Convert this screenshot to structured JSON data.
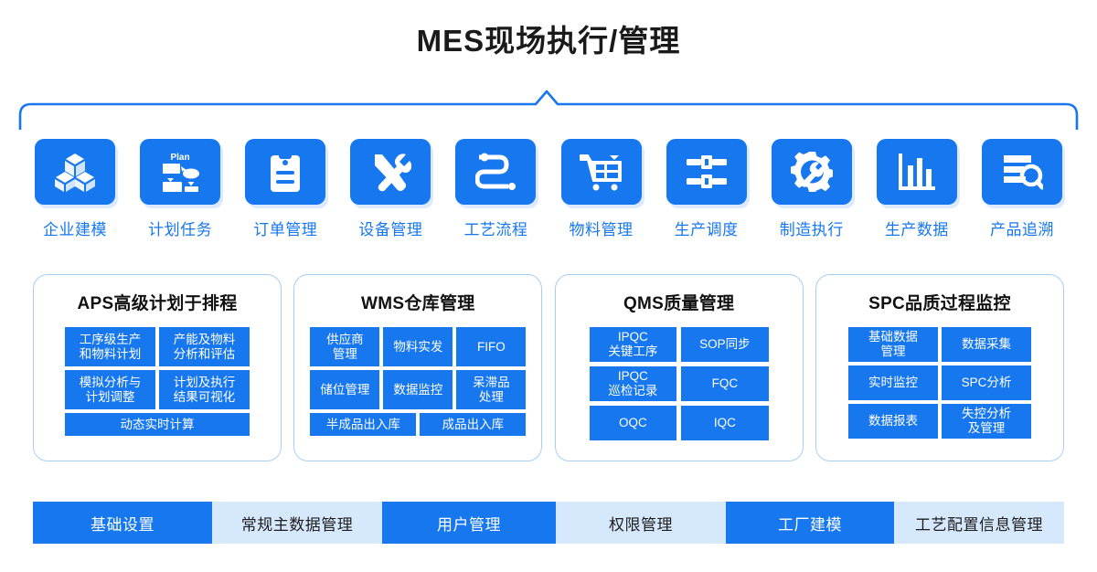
{
  "header": {
    "title": "MES现场执行/管理"
  },
  "bracket": {
    "color": "#1677ef"
  },
  "colors": {
    "primary_blue": "#1677ef",
    "light_blue": "#d6e8fb",
    "card_border": "#a8cdf5",
    "tile_shadow": "#dbeafe",
    "label_blue": "#1677ef",
    "title_dark": "#111111"
  },
  "modules": [
    {
      "label": "企业建模",
      "icon": "cubes-icon"
    },
    {
      "label": "计划任务",
      "icon": "plan-flowchart-icon"
    },
    {
      "label": "订单管理",
      "icon": "clipboard-icon"
    },
    {
      "label": "设备管理",
      "icon": "tools-wrench-screwdriver-icon"
    },
    {
      "label": "工艺流程",
      "icon": "process-flow-icon"
    },
    {
      "label": "物料管理",
      "icon": "shopping-cart-icon"
    },
    {
      "label": "生产调度",
      "icon": "sliders-icon"
    },
    {
      "label": "制造执行",
      "icon": "gear-wrench-icon"
    },
    {
      "label": "生产数据",
      "icon": "bar-chart-icon"
    },
    {
      "label": "产品追溯",
      "icon": "document-search-icon"
    }
  ],
  "cards": [
    {
      "key": "aps",
      "title": "APS高级计划于排程",
      "tiles": [
        {
          "label": "工序级生产\n和物料计划",
          "size": "half"
        },
        {
          "label": "产能及物料\n分析和评估",
          "size": "half"
        },
        {
          "label": "模拟分析与\n计划调整",
          "size": "half"
        },
        {
          "label": "计划及执行\n结果可视化",
          "size": "half"
        },
        {
          "label": "动态实时计算",
          "size": "full"
        }
      ]
    },
    {
      "key": "wms",
      "title": "WMS仓库管理",
      "tiles": [
        {
          "label": "供应商\n管理",
          "size": "third"
        },
        {
          "label": "物料实发",
          "size": "third"
        },
        {
          "label": "FIFO",
          "size": "third"
        },
        {
          "label": "储位管理",
          "size": "third"
        },
        {
          "label": "数据监控",
          "size": "third"
        },
        {
          "label": "呆滞品\n处理",
          "size": "third"
        },
        {
          "label": "半成品出入库",
          "size": "halfw"
        },
        {
          "label": "成品出入库",
          "size": "halfw"
        }
      ]
    },
    {
      "key": "qms",
      "title": "QMS质量管理",
      "tiles": [
        {
          "label": "IPQC\n关键工序",
          "size": "half"
        },
        {
          "label": "SOP同步",
          "size": "half"
        },
        {
          "label": "IPQC\n巡检记录",
          "size": "half"
        },
        {
          "label": "FQC",
          "size": "half"
        },
        {
          "label": "OQC",
          "size": "half"
        },
        {
          "label": "IQC",
          "size": "half"
        }
      ]
    },
    {
      "key": "spc",
      "title": "SPC品质过程监控",
      "tiles": [
        {
          "label": "基础数据\n管理",
          "size": "half"
        },
        {
          "label": "数据采集",
          "size": "half"
        },
        {
          "label": "实时监控",
          "size": "half"
        },
        {
          "label": "SPC分析",
          "size": "half"
        },
        {
          "label": "数据报表",
          "size": "half"
        },
        {
          "label": "失控分析\n及管理",
          "size": "half"
        }
      ]
    }
  ],
  "bottom_bar": [
    {
      "label": "基础设置",
      "style": "blue",
      "width": 196
    },
    {
      "label": "常规主数据管理",
      "style": "light",
      "width": 186
    },
    {
      "label": "用户管理",
      "style": "blue",
      "width": 190
    },
    {
      "label": "权限管理",
      "style": "light",
      "width": 186
    },
    {
      "label": "工厂建模",
      "style": "blue",
      "width": 184
    },
    {
      "label": "工艺配置信息管理",
      "style": "light",
      "width": 186
    }
  ]
}
